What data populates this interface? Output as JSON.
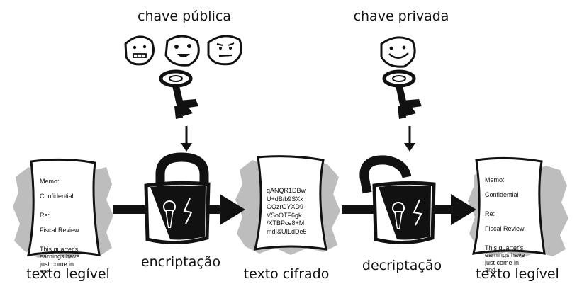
{
  "labels": {
    "public_key": "chave pública",
    "private_key": "chave privada",
    "plaintext_left": "texto legível",
    "encryption": "encriptação",
    "ciphertext": "texto cifrado",
    "decryption": "decriptação",
    "plaintext_right": "texto legível"
  },
  "memo": {
    "line1": "Memo:",
    "line2": "Confidential",
    "line3": "Re:",
    "line4": "Fiscal Review",
    "body": "This quarter's\nearnings have\njust come in\nand..."
  },
  "cipher": {
    "text": "qANQR1DBw\nU+dB/b9SXx\nGQzrGYXD9\nVSoOTF6gk\n/XTBPce8+M\nmdI&UILdDe5"
  },
  "colors": {
    "ink": "#111111",
    "shadow": "#bdbdbd",
    "paper": "#ffffff"
  }
}
